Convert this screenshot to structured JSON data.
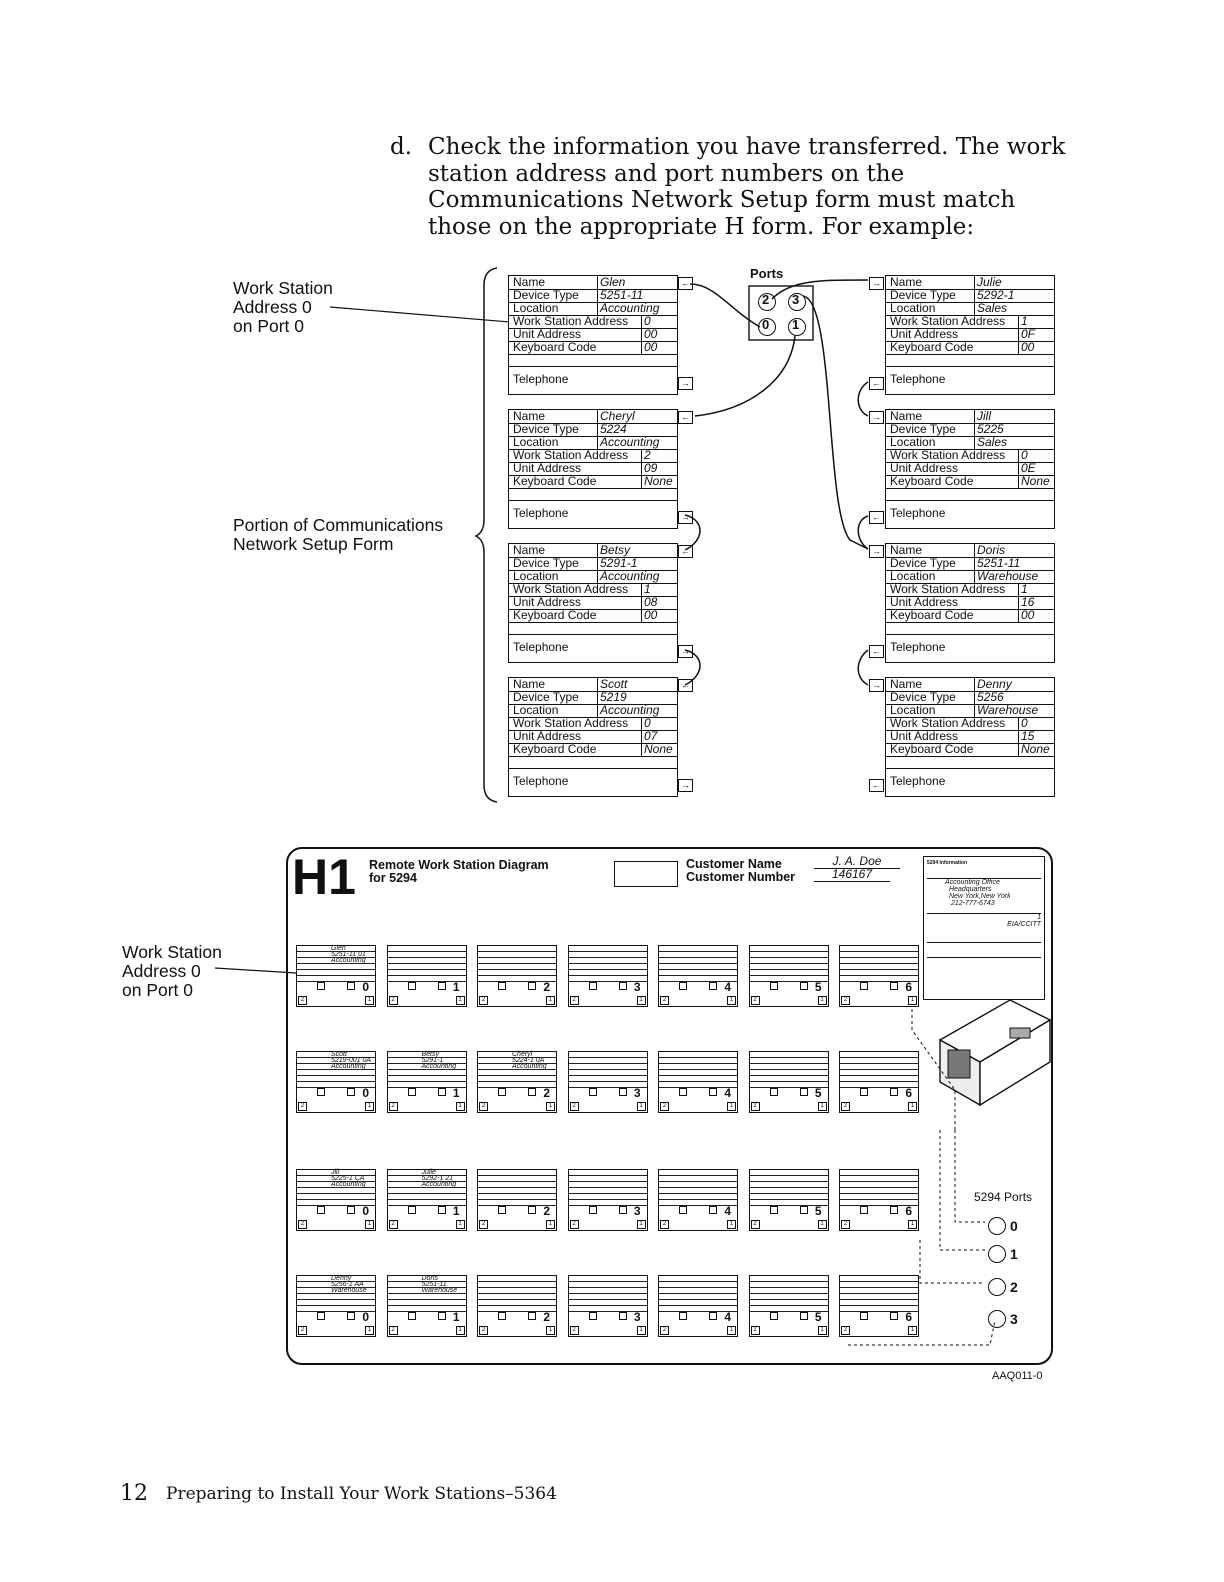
{
  "intro": {
    "label": "d.",
    "text": "Check the information you have transferred.  The work station address and port numbers on the Communications Network Setup form must match those on the appropriate H form.  For example:"
  },
  "side_labels": {
    "ws_top": [
      "Work Station",
      "Address 0",
      "on Port 0"
    ],
    "portion": [
      "Portion of Communications",
      "Network Setup Form"
    ],
    "ws_bottom": [
      "Work Station",
      "Address 0",
      "on Port 0"
    ]
  },
  "field_labels": {
    "name": "Name",
    "device_type": "Device Type",
    "location": "Location",
    "ws_address": "Work Station Address",
    "unit_address": "Unit Address",
    "keyboard_code": "Keyboard Code",
    "telephone": "Telephone"
  },
  "ports_label": "Ports",
  "port_numbers": [
    "2",
    "3",
    "0",
    "1"
  ],
  "left_cards": [
    {
      "name": "Glen",
      "device_type": "5251-11",
      "location": "Accounting",
      "ws_address": "0",
      "unit_address": "00",
      "keyboard_code": "00"
    },
    {
      "name": "Cheryl",
      "device_type": "5224",
      "location": "Accounting",
      "ws_address": "2",
      "unit_address": "09",
      "keyboard_code": "None"
    },
    {
      "name": "Betsy",
      "device_type": "5291-1",
      "location": "Accounting",
      "ws_address": "1",
      "unit_address": "08",
      "keyboard_code": "00"
    },
    {
      "name": "Scott",
      "device_type": "5219",
      "location": "Accounting",
      "ws_address": "0",
      "unit_address": "07",
      "keyboard_code": "None"
    }
  ],
  "right_cards": [
    {
      "name": "Julie",
      "device_type": "5292-1",
      "location": "Sales",
      "ws_address": "1",
      "unit_address": "0F",
      "keyboard_code": "00"
    },
    {
      "name": "Jill",
      "device_type": "5225",
      "location": "Sales",
      "ws_address": "0",
      "unit_address": "0E",
      "keyboard_code": "None"
    },
    {
      "name": "Doris",
      "device_type": "5251-11",
      "location": "Warehouse",
      "ws_address": "1",
      "unit_address": "16",
      "keyboard_code": "00"
    },
    {
      "name": "Denny",
      "device_type": "5256",
      "location": "Warehouse",
      "ws_address": "0",
      "unit_address": "15",
      "keyboard_code": "None"
    }
  ],
  "h1": {
    "big": "H1",
    "title1": "Remote Work Station Diagram",
    "title2": "for 5294",
    "customer_name_label": "Customer Name",
    "customer_name": "J. A. Doe",
    "customer_number_label": "Customer Number",
    "customer_number": "146167",
    "info_title": "5294 Information",
    "info_contact": "Accounting Office",
    "info_location": "Headquarters",
    "info_city": "New York,New York",
    "info_phone": "212-777-6743",
    "info_comm_type": "EIA/CCITT",
    "info_line_number": "1",
    "ports_label": "5294 Ports",
    "port_numbers": [
      "0",
      "1",
      "2",
      "3"
    ],
    "figure_id": "AAQ011-0",
    "rows": [
      [
        {
          "name": "Glen",
          "dev": "5251-11 01",
          "loc": "Accounting"
        },
        {},
        {},
        {},
        {},
        {},
        {}
      ],
      [
        {
          "name": "Scott",
          "dev": "5219-001 0A",
          "loc": "Accounting"
        },
        {
          "name": "Betsy",
          "dev": "5291-1",
          "loc": "Accounting"
        },
        {
          "name": "Cheryl",
          "dev": "5224-1 0A",
          "loc": "Accounting"
        },
        {},
        {},
        {},
        {}
      ],
      [
        {
          "name": "Jill",
          "dev": "5225-1 CA",
          "loc": "Accounting"
        },
        {
          "name": "Julie",
          "dev": "5292-1 21",
          "loc": "Accounting"
        },
        {},
        {},
        {},
        {},
        {}
      ],
      [
        {
          "name": "Denny",
          "dev": "5256-1 AA",
          "loc": "Warehouse"
        },
        {
          "name": "Doris",
          "dev": "5251-11",
          "loc": "Warehouse"
        },
        {},
        {},
        {},
        {},
        {}
      ]
    ]
  },
  "footer": {
    "page_number": "12",
    "title": "Preparing to Install Your Work Stations–5364"
  }
}
